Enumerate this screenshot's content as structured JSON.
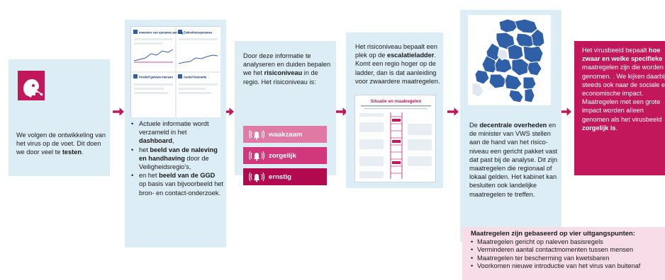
{
  "step1": {
    "text_before": "We volgen de ontwikkeling van het virus op de voet. Dit doen we door veel te ",
    "text_bold": "testen",
    "text_after": "."
  },
  "step2": {
    "bullets": [
      [
        {
          "t": "Actuele informatie wordt verzameld in het "
        },
        {
          "t": "dashboard",
          "b": true
        },
        {
          "t": ","
        }
      ],
      [
        {
          "t": "het "
        },
        {
          "t": "beeld van de naleving en handhaving",
          "b": true
        },
        {
          "t": " door de Veiligheidsregio's,"
        }
      ],
      [
        {
          "t": "en het "
        },
        {
          "t": "beeld van de GGD",
          "b": true
        },
        {
          "t": " op basis van bijvoorbeeld het bron- en contact-onderzoek."
        }
      ]
    ],
    "dashboard_tiles": [
      "Inwoners van opnames per dag",
      "Ziekenhuisopnames",
      "Positief geteste mensen",
      "Aantal besmette"
    ]
  },
  "step3": {
    "intro_a": "Door deze informatie te analyseren en duiden bepalen we het ",
    "intro_bold": "risiconiveau",
    "intro_b": " in de regio. Het risiconiveau is:",
    "levels": [
      "waakzaam",
      "zorgelijk",
      "ernstig"
    ]
  },
  "step4": {
    "intro_a": "Het risiconiveau bepaalt een plek op de ",
    "intro_bold": "escalatieladder",
    "intro_b": ". Komt een regio hoger op de ladder, dan is dat aanleiding voor zwaardere maatregelen.",
    "doc_title": "Situatie en maatregelen"
  },
  "step5": {
    "text_a": "De ",
    "text_bold": "decentrale overheden",
    "text_b": " en de minister van VWS stellen aan de hand van het risico-niveau een gericht pakket vast dat past bij de analyse. Dit zijn maatregelen die regionaal of lokaal gelden. Het kabinet kan besluiten ook landelijke maatregelen te treffen."
  },
  "step6": {
    "text_a": "Het virusbeeld bepaalt ",
    "bold_a": "hoe zwaar en welke specifieke",
    "text_b": " maatregelen zijn die worden genomen. . We kijken daarbij steeds ook naar de sociale en economische impact. Maatregelen met een grote impact worden alleen genomen als het virusbeeld ",
    "bold_b": "zorgelijk is",
    "text_c": "."
  },
  "principles": {
    "title": "Maatregelen zijn gebaseerd op vier uitgangspunten:",
    "items": [
      "Maatregelen gericht op naleven basisregels",
      "Verminderen aantal contactmomenten tussen mensen",
      "Maatregelen ter bescherming van kwetsbaren",
      "Voorkomen nieuwe introductie van het virus van buitenaf"
    ]
  },
  "colors": {
    "card_bg": "#dcedf6",
    "magenta": "#c2185b",
    "waakzaam": "#e07aa4",
    "zorgelijk": "#d1377a",
    "ernstig": "#b3094f",
    "principles_bg": "#f7dde8",
    "map_fill": "#2f5fa7"
  }
}
